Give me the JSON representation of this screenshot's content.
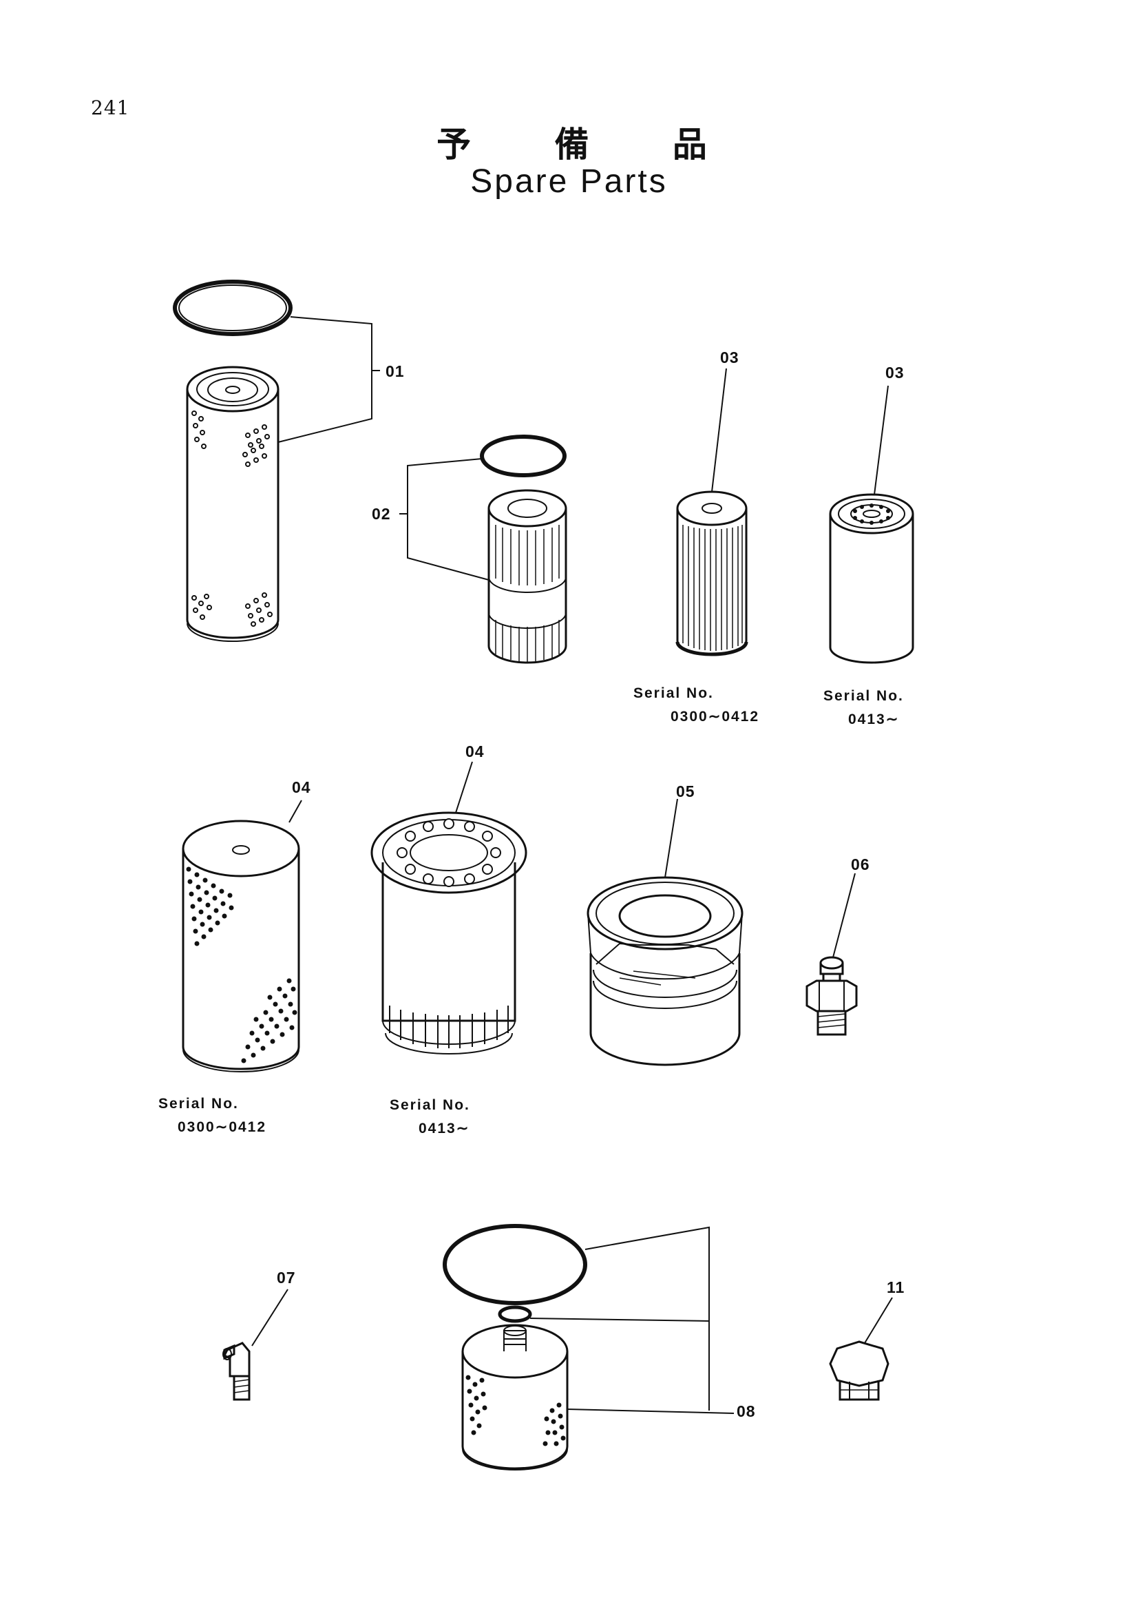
{
  "page": {
    "number": "241"
  },
  "title": {
    "japanese": "予 備 品",
    "english": "Spare Parts"
  },
  "callouts": {
    "p01": "01",
    "p02": "02",
    "p03a": "03",
    "p03b": "03",
    "p04a": "04",
    "p04b": "04",
    "p05": "05",
    "p06": "06",
    "p07": "07",
    "p08": "08",
    "p11": "11"
  },
  "serials": {
    "s03a": {
      "label": "Serial No.",
      "range": "0300∼0412"
    },
    "s03b": {
      "label": "Serial No.",
      "range": "0413∼"
    },
    "s04a": {
      "label": "Serial No.",
      "range": "0300∼0412"
    },
    "s04b": {
      "label": "Serial No.",
      "range": "0413∼"
    }
  }
}
